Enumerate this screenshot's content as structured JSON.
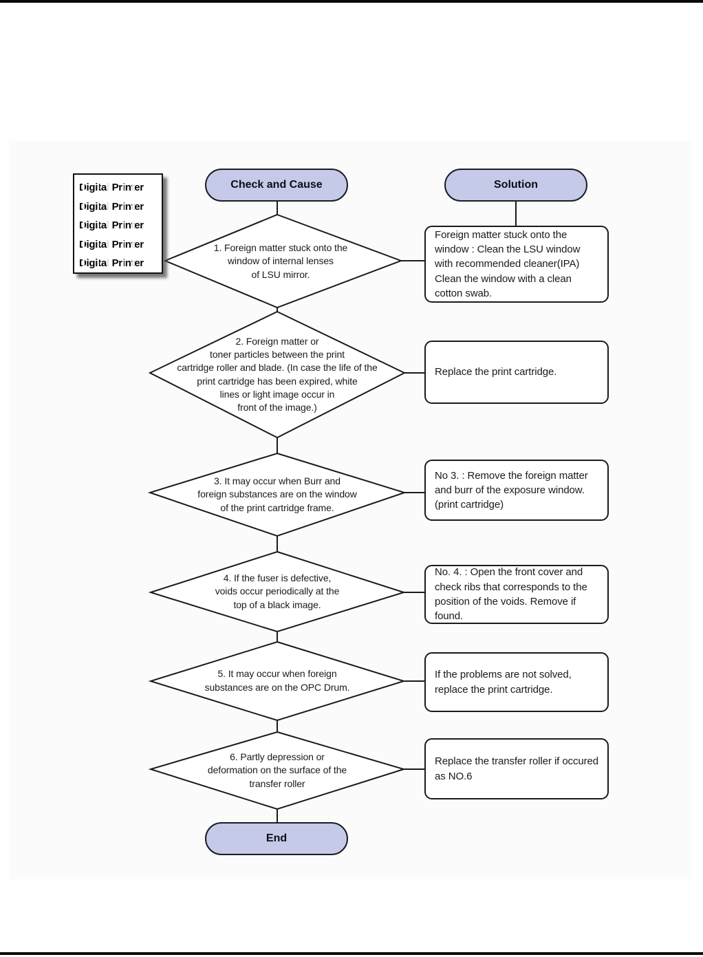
{
  "colors": {
    "pill_fill": "#c5cae8",
    "stroke": "#1a1a1a",
    "page_bar": "#0a0a0a"
  },
  "headers": {
    "check": "Check and Cause",
    "solution": "Solution",
    "end": "End"
  },
  "sample_box": {
    "lines": [
      "Digital Printer",
      "Digital Printer",
      "Digital Printer",
      "Digital Printer",
      "Digital Printer"
    ]
  },
  "steps": [
    {
      "check": "1. Foreign matter stuck onto the\nwindow of internal lenses\nof LSU mirror.",
      "solution": "Foreign matter stuck onto the window : Clean the LSU window with recommended cleaner(IPA) Clean the window with a clean cotton swab."
    },
    {
      "check": "2. Foreign matter or\ntoner particles between the print\ncartridge roller and blade. (In case the life of the\nprint cartridge has been expired, white\nlines or light image occur in\nfront of the image.)",
      "solution": "Replace the print cartridge."
    },
    {
      "check": "3. It may occur when Burr and\nforeign substances are on the window\nof the print cartridge frame.",
      "solution": "No 3. : Remove the foreign matter and burr of the exposure window. (print cartridge)"
    },
    {
      "check": "4. If the fuser is defective,\nvoids occur periodically at the\ntop of a black image.",
      "solution": "No. 4. : Open the front cover and check ribs that corresponds to the position of the voids. Remove if found."
    },
    {
      "check": "5. It may occur when foreign\nsubstances are on the OPC Drum.",
      "solution": "If the problems are not solved, replace the print cartridge."
    },
    {
      "check": "6. Partly depression or\ndeformation on the surface of the\ntransfer roller",
      "solution": "Replace the transfer roller if occured as NO.6"
    }
  ]
}
